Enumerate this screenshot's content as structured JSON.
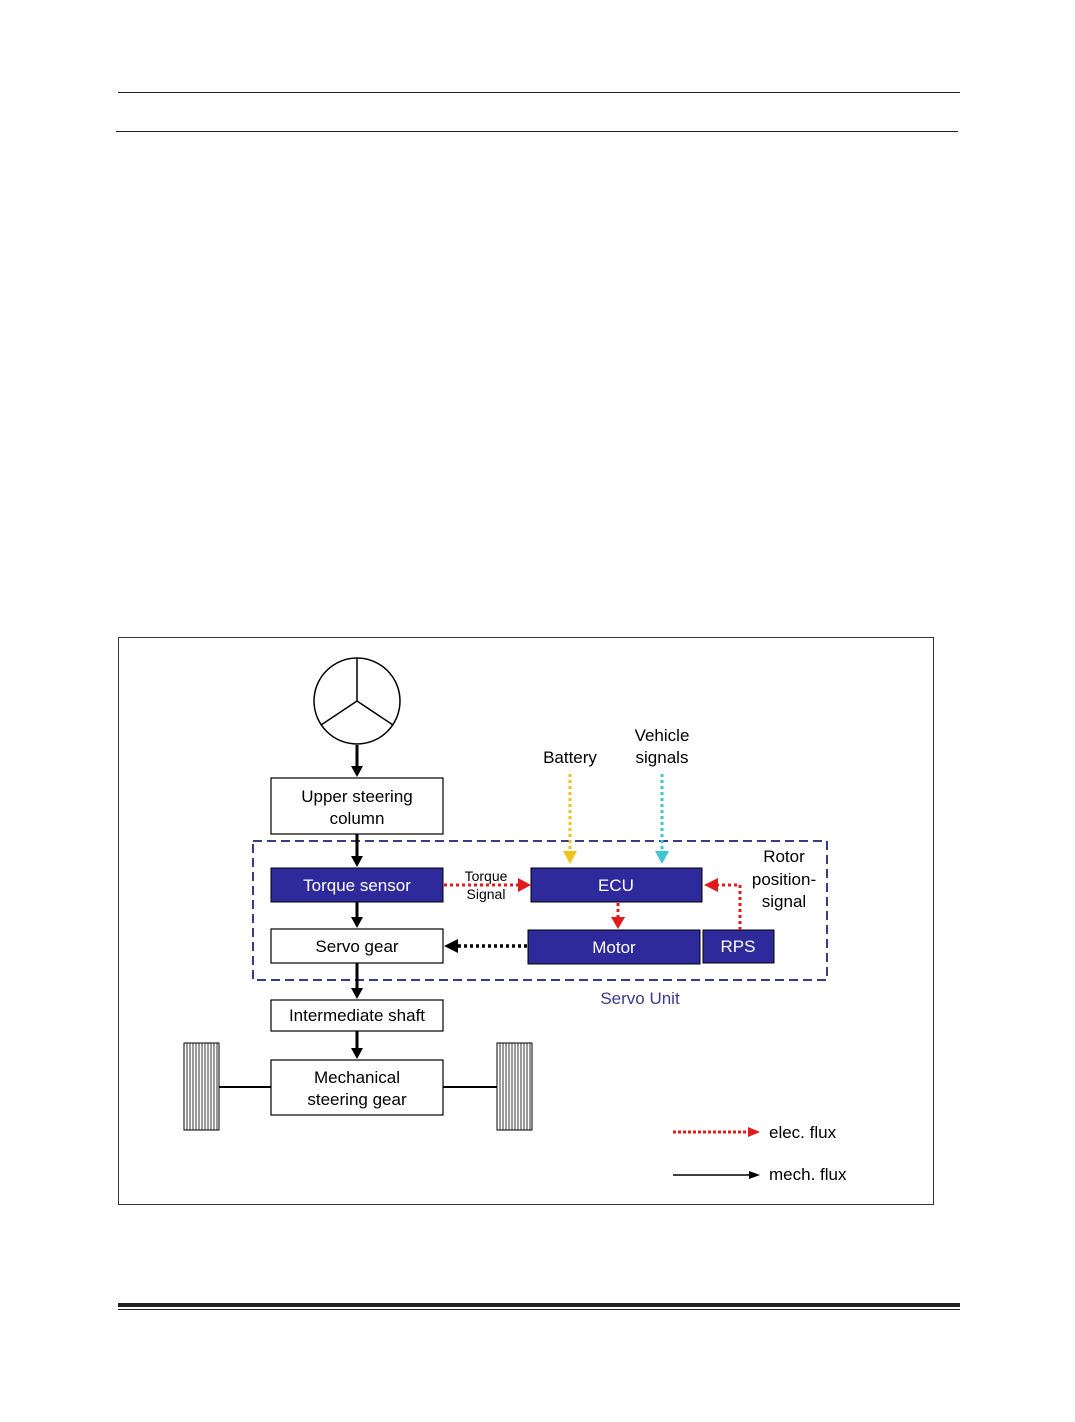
{
  "diagram": {
    "boxes": {
      "upper_column": [
        "Upper steering",
        "column"
      ],
      "torque_sensor": "Torque sensor",
      "ecu": "ECU",
      "servo_gear": "Servo gear",
      "motor": "Motor",
      "rps": "RPS",
      "intermediate_shaft": "Intermediate shaft",
      "steering_gear": [
        "Mechanical",
        "steering gear"
      ]
    },
    "labels": {
      "battery": "Battery",
      "vehicle_signals": [
        "Vehicle",
        "signals"
      ],
      "torque_signal": [
        "Torque",
        "Signal"
      ],
      "rotor_position": [
        "Rotor",
        "position-",
        "signal"
      ],
      "servo_unit": "Servo Unit"
    },
    "legend": {
      "elec": "elec. flux",
      "mech": "mech. flux"
    },
    "colors": {
      "box_fill": "#2e2a9c",
      "elec_arrow": "#e01b1b",
      "battery_arrow": "#f2c21b",
      "vehicle_arrow": "#3cc6d6",
      "servo_unit_border": "#3a3a8c"
    }
  }
}
